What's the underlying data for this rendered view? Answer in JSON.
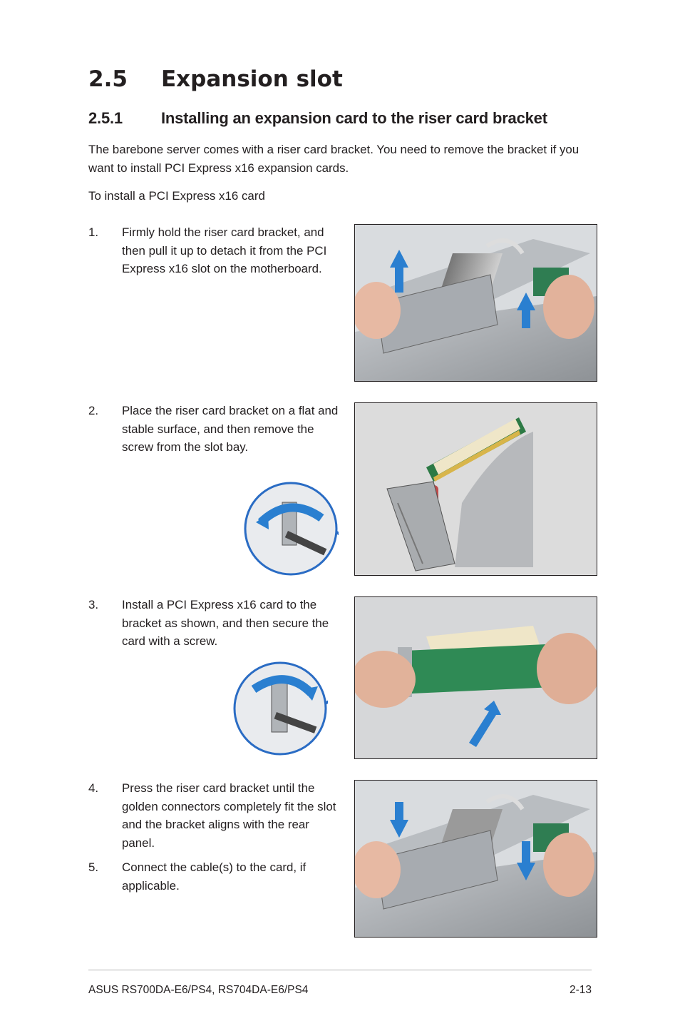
{
  "section": {
    "number": "2.5",
    "title": "Expansion slot"
  },
  "subsection": {
    "number": "2.5.1",
    "title": "Installing an expansion card to the riser card bracket"
  },
  "intro": "The barebone server comes with a riser card bracket. You need to remove the bracket if you want to install PCI Express x16 expansion cards.",
  "procedure_title": "To install a PCI Express x16 card",
  "steps": [
    {
      "number": "1.",
      "text": "Firmly hold the riser card bracket, and then pull it up to detach it from the PCI Express x16 slot on the motherboard."
    },
    {
      "number": "2.",
      "text": "Place the riser card bracket on a flat and stable surface, and then remove the screw from the slot bay."
    },
    {
      "number": "3.",
      "text": "Install a PCI Express x16 card to the bracket as shown, and then secure the card with a screw."
    },
    {
      "number": "4.",
      "text": "Press the riser card bracket until the golden connectors completely fit the slot and the bracket aligns with the rear panel."
    },
    {
      "number": "5.",
      "text": "Connect the cable(s) to the card, if applicable."
    }
  ],
  "footer": {
    "left": "ASUS RS700DA-E6/PS4, RS704DA-E6/PS4",
    "right": "2-13"
  },
  "colors": {
    "text": "#231f20",
    "arrow_blue": "#2a7fd0",
    "callout_border": "#2a6cc4",
    "rule": "#b3b3b3"
  }
}
